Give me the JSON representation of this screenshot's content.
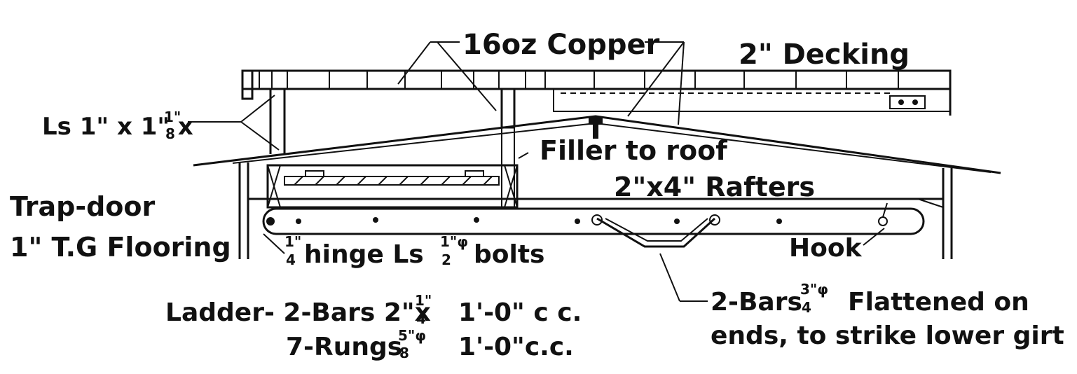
{
  "labels": {
    "copper": "16oz Copper",
    "decking": "2\" Decking",
    "angles_main": "Ls 1\" x 1\" x",
    "angles_frac_num": "1\"",
    "angles_frac_den": "8",
    "filler": "Filler to roof",
    "rafters": "2\"x4\" Rafters",
    "trapdoor": "Trap-door",
    "flooring": "1\" T.G Flooring",
    "hinge_frac_num": "1\"",
    "hinge_frac_den": "4",
    "hinge_text": "hinge Ls",
    "bolts_frac_num": "1\"φ",
    "bolts_frac_den": "2",
    "bolts_text": "bolts",
    "hook": "Hook",
    "ladder_prefix": "Ladder- 2-Bars 2\"x",
    "ladder_frac_num": "1\"",
    "ladder_frac_den": "4",
    "ladder_spacing": "1'-0\" c c.",
    "rungs_prefix": "7-Rungs",
    "rungs_frac_num": "5\"φ",
    "rungs_frac_den": "8",
    "rungs_spacing": "1'-0\"c.c.",
    "bars_prefix": "2-Bars",
    "bars_frac_num": "3\"φ",
    "bars_frac_den": "4",
    "bars_line1_end": "Flattened on",
    "bars_line2": "ends, to strike lower girt"
  }
}
